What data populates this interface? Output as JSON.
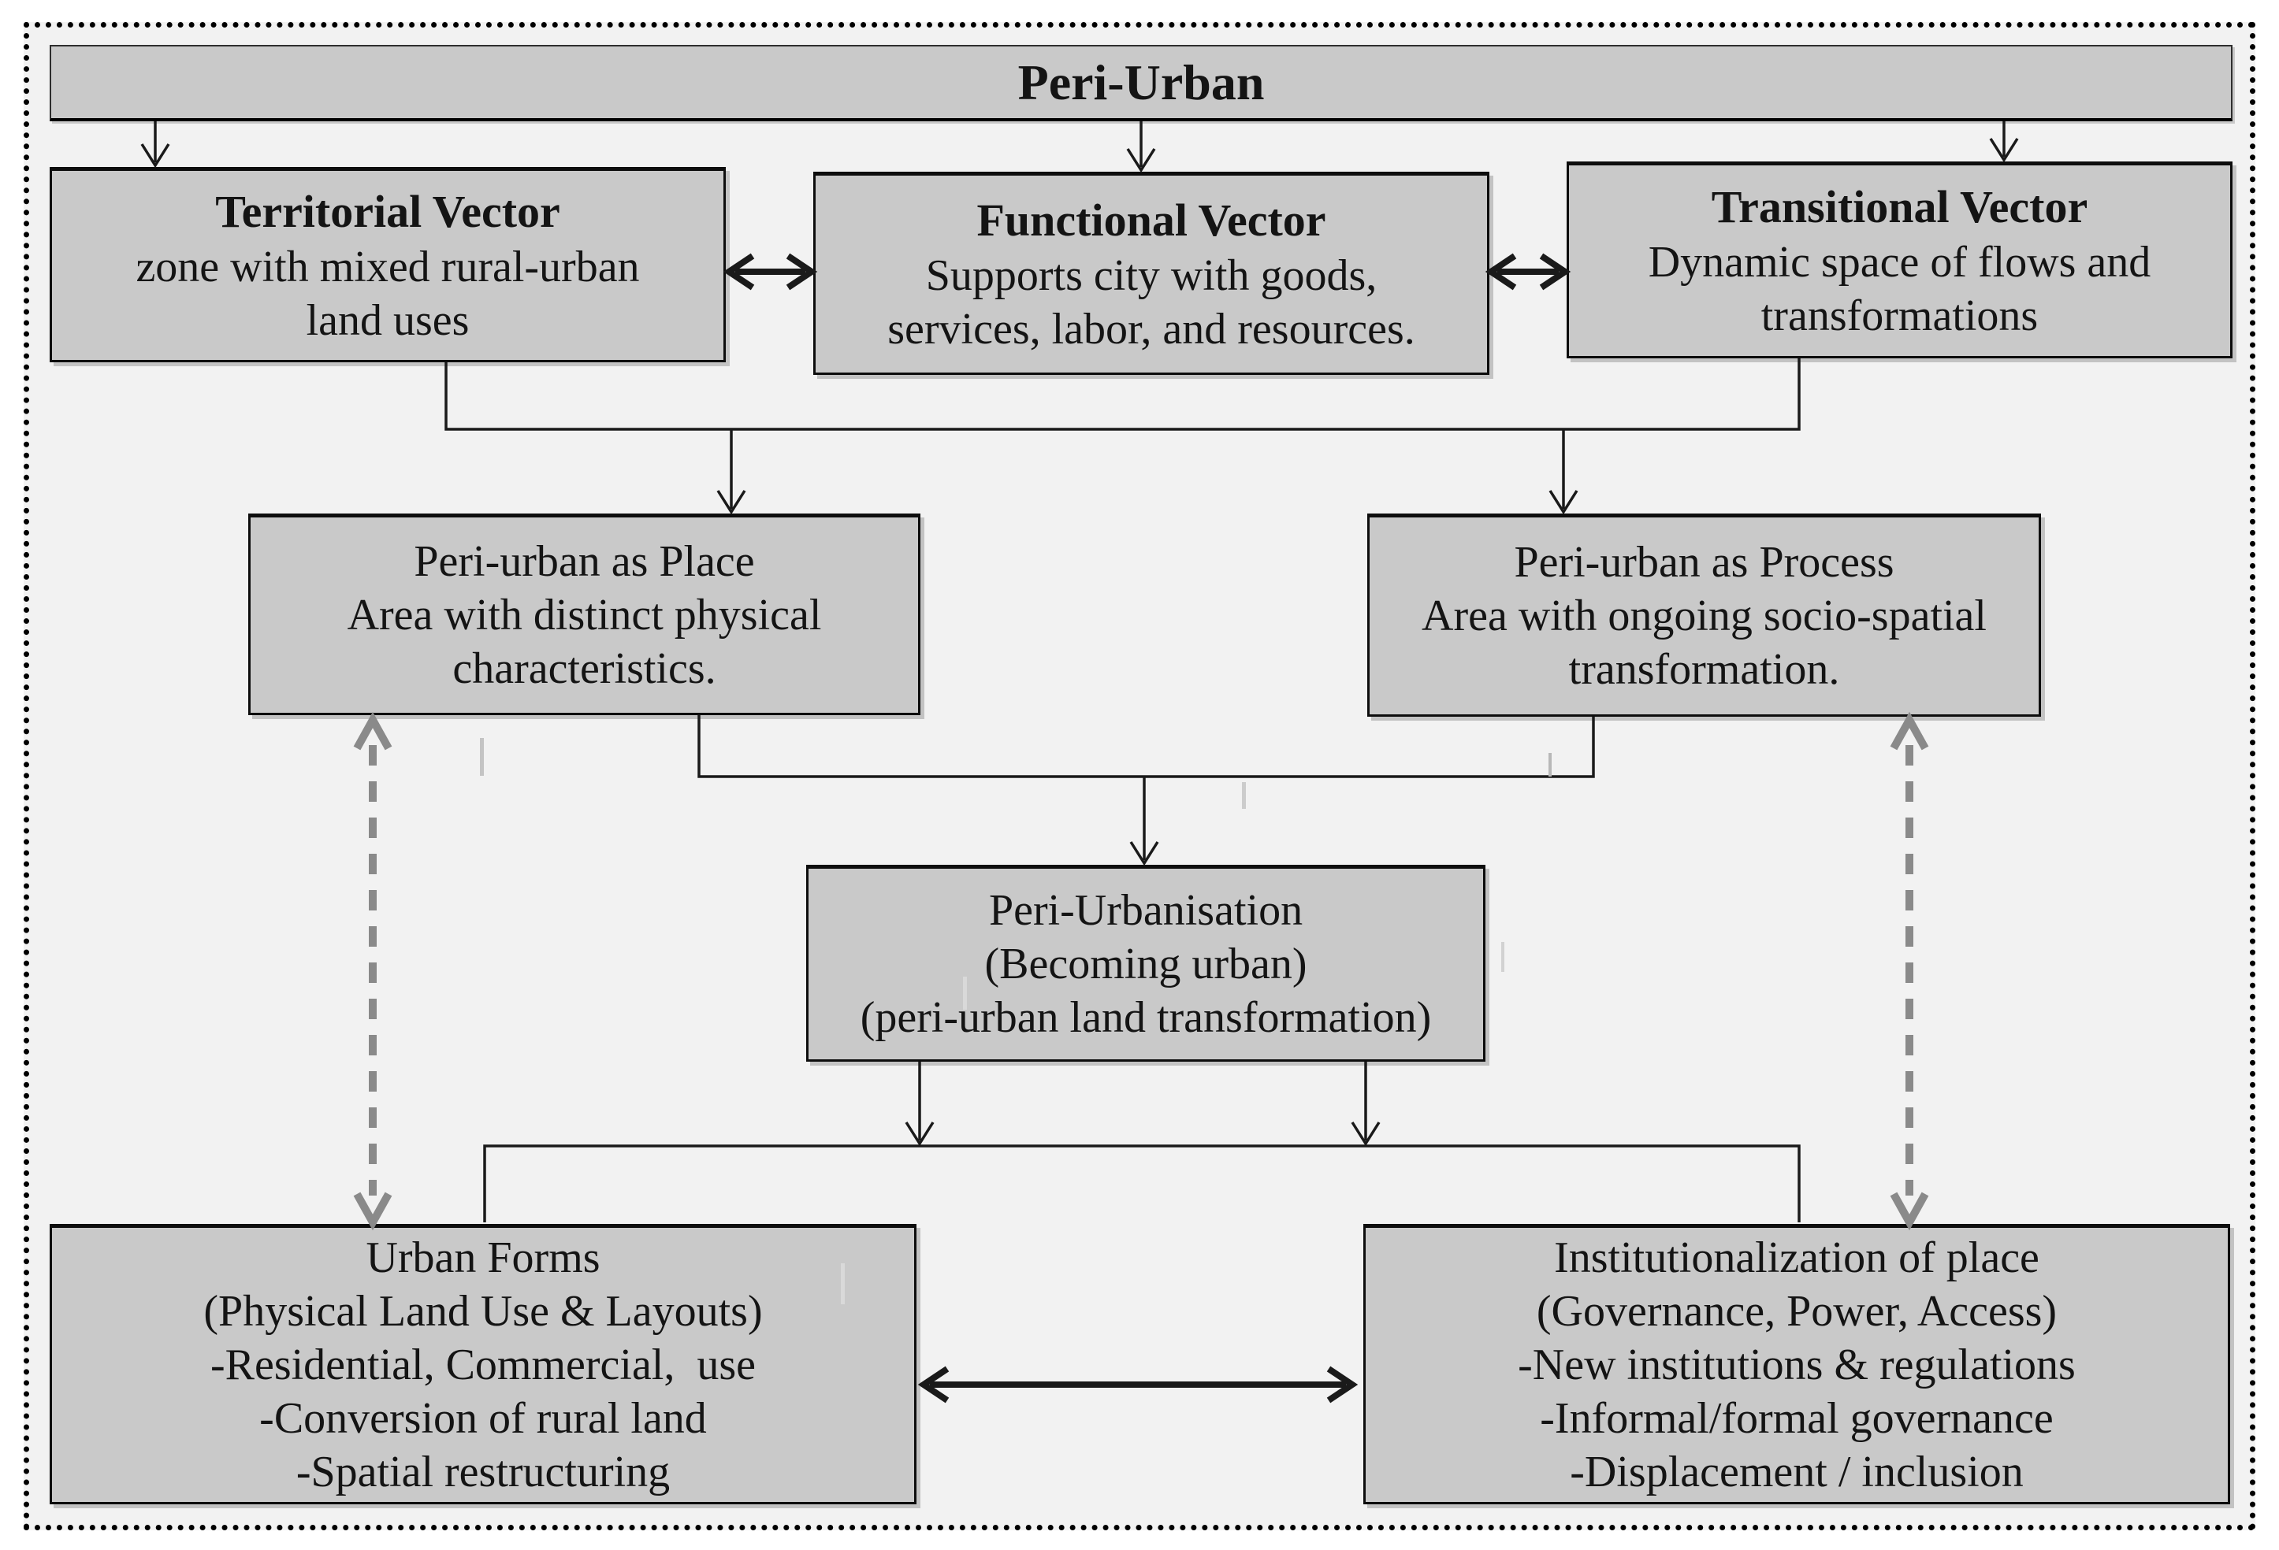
{
  "figure": {
    "banner": {
      "title": "Peri-Urban"
    },
    "nodes": {
      "territorial": {
        "title": "Territorial Vector",
        "lines": [
          "zone with mixed rural-urban",
          "land uses"
        ]
      },
      "functional": {
        "title": "Functional Vector",
        "lines": [
          "Supports city with goods,",
          "services, labor, and resources."
        ]
      },
      "transitional": {
        "title": "Transitional Vector",
        "lines": [
          "Dynamic space of flows and",
          "transformations"
        ]
      },
      "place": {
        "lines": [
          "Peri-urban as Place",
          "Area with distinct physical",
          "characteristics."
        ]
      },
      "process": {
        "lines": [
          "Peri-urban as Process",
          "Area with ongoing socio-spatial",
          "transformation."
        ]
      },
      "periurbanisation": {
        "lines": [
          "Peri-Urbanisation",
          "(Becoming urban)",
          "(peri-urban land transformation)"
        ]
      },
      "urban_forms": {
        "lines": [
          "Urban Forms",
          "(Physical Land Use & Layouts)",
          "-Residential, Commercial,  use",
          "-Conversion of rural land",
          "-Spatial restructuring"
        ]
      },
      "institutionalization": {
        "lines": [
          "Institutionalization of place",
          "(Governance, Power, Access)",
          "-New institutions & regulations",
          "-Informal/formal governance",
          "-Displacement / inclusion"
        ]
      }
    },
    "colors": {
      "box_fill": "#c9c9c9",
      "canvas_bg": "#f2f2f2",
      "line": "#1a1a1a",
      "dashed_arrow": "#8a8a8a",
      "border": "#000000"
    }
  }
}
